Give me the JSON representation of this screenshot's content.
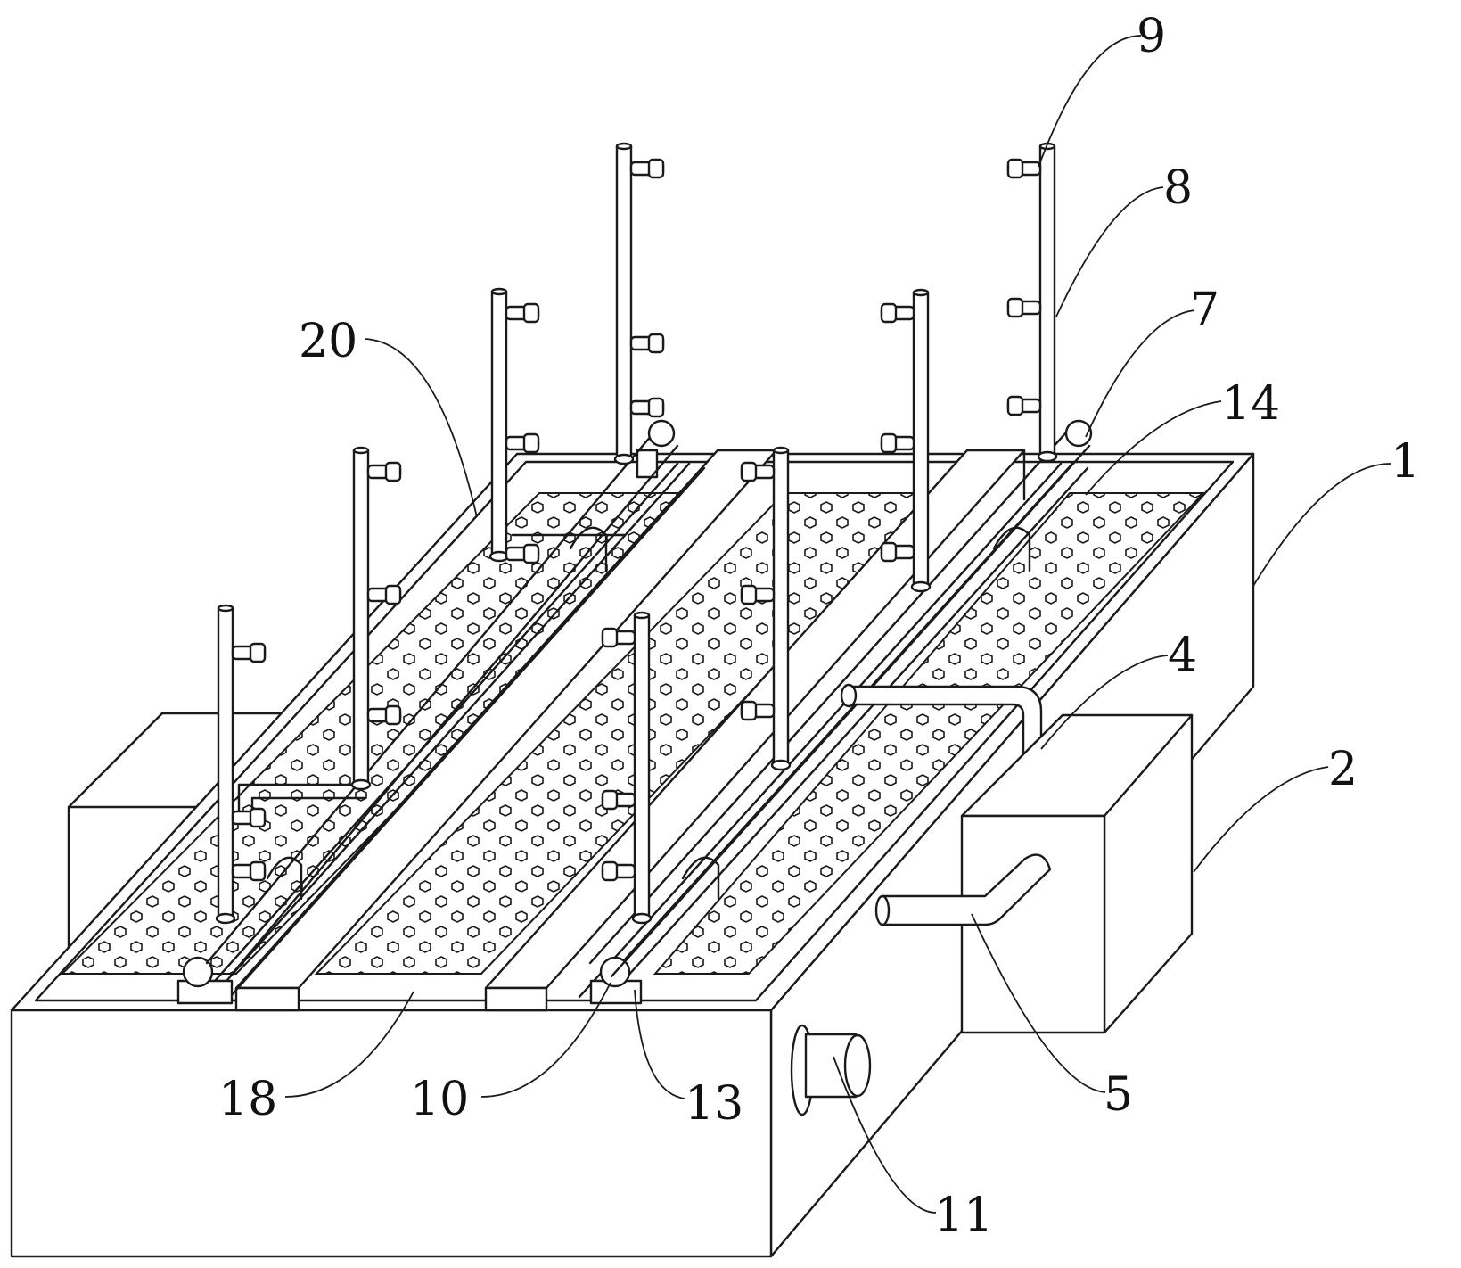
{
  "figure": {
    "type": "patent-drawing",
    "description": "Isometric view of a tank with perforated screen plates, spray pipes with nozzles, and side boxes",
    "line_color": "#1a1a1a",
    "background": "#ffffff"
  },
  "labels": [
    {
      "id": "1",
      "text": "1",
      "part": "tank-body"
    },
    {
      "id": "2",
      "text": "2",
      "part": "side-box"
    },
    {
      "id": "4",
      "text": "4",
      "part": "transfer-pipe"
    },
    {
      "id": "5",
      "text": "5",
      "part": "outlet-pipe"
    },
    {
      "id": "7",
      "text": "7",
      "part": "header-pipe"
    },
    {
      "id": "8",
      "text": "8",
      "part": "spray-pipe"
    },
    {
      "id": "9",
      "text": "9",
      "part": "nozzle"
    },
    {
      "id": "10",
      "text": "10",
      "part": "roller"
    },
    {
      "id": "11",
      "text": "11",
      "part": "drain-valve"
    },
    {
      "id": "13",
      "text": "13",
      "part": "guide-rail"
    },
    {
      "id": "14",
      "text": "14",
      "part": "slot"
    },
    {
      "id": "18",
      "text": "18",
      "part": "support-frame"
    },
    {
      "id": "20",
      "text": "20",
      "part": "screen-plate"
    }
  ]
}
